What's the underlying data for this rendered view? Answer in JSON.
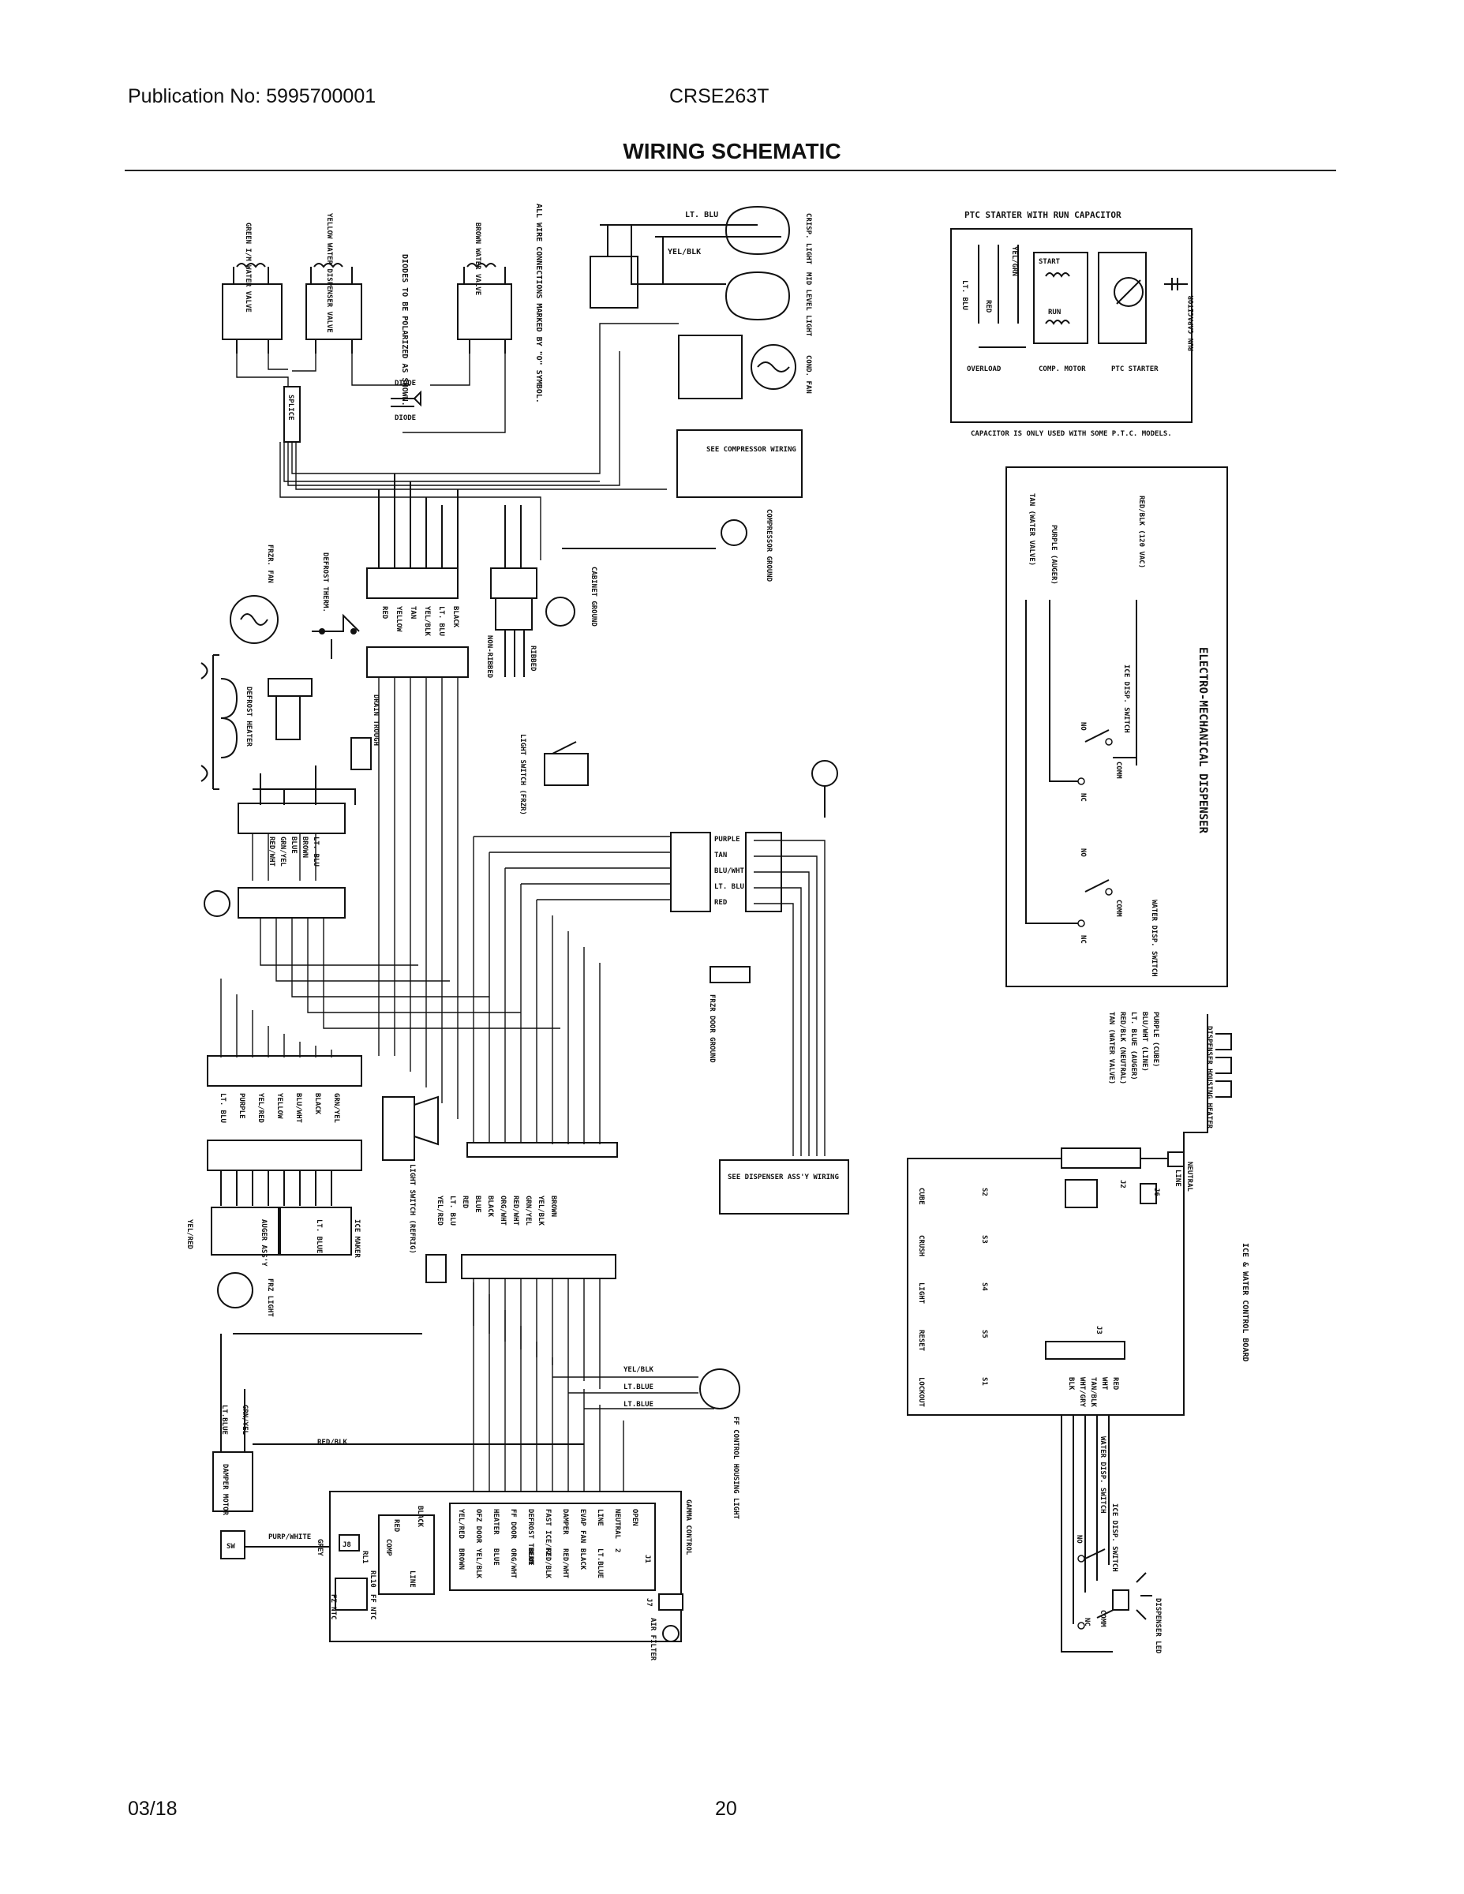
{
  "header": {
    "publication": "Publication No: 5995700001",
    "model": "CRSE263T",
    "title": "WIRING SCHEMATIC"
  },
  "footer": {
    "date": "03/18",
    "page": "20"
  },
  "valves": {
    "ice_valve": "GREEN I/M WATER VALVE",
    "dispenser_valve": "YELLOW WATER DISPENSER VALVE",
    "water_valve": "BROWN WATER VALVE",
    "diodes_note": "DIODES TO BE POLARIZED AS SHOWN.",
    "connections_note": "ALL WIRE CONNECTIONS MARKED BY \"O\" SYMBOL.",
    "diode": "DIODE",
    "splice": "SPLICE"
  },
  "top_center": {
    "lt_blu": "LT. BLU",
    "yel_blk": "YEL/BLK",
    "crisp_light": "CRISP. LIGHT",
    "mid_level_light": "MID LEVEL LIGHT",
    "cond_fan": "COND. FAN",
    "see_compressor": "SEE COMPRESSOR WIRING",
    "compressor_ground": "COMPRESSOR GROUND",
    "cabinet_ground": "CABINET GROUND",
    "ribbed": "RIBBED",
    "non_ribbed": "NON-RIBBED",
    "harness_colors": [
      "RED",
      "YELLOW",
      "TAN",
      "YEL/BLK",
      "LT. BLU",
      "BLACK"
    ]
  },
  "left_column": {
    "frzr_fan": "FRZR. FAN",
    "defrost_therm": "DEFROST THERM.",
    "defrost_heater": "DEFROST HEATER",
    "drain_trough": "DRAIN TROUGH",
    "light_switch_frzr": "LIGHT SWITCH (FRZR)",
    "heater_colors": [
      "LT. BLU",
      "BROWN",
      "BLUE",
      "GRN/YEL",
      "RED/WHT"
    ],
    "lower_colors": [
      "LT. BLU",
      "PURPLE",
      "YEL/RED",
      "YELLOW",
      "BLU/WHT",
      "BLACK",
      "GRN/YEL"
    ],
    "ice_maker": "ICE MAKER",
    "auger_assy": "AUGER ASS'Y",
    "lt_blue": "LT. BLUE",
    "yel_red": "YEL/RED",
    "frz_light": "FRZ LIGHT",
    "light_switch_refrig": "LIGHT SWITCH (REFRIG)"
  },
  "middle": {
    "dispenser_colors": [
      "PURPLE",
      "TAN",
      "BLU/WHT",
      "LT. BLU",
      "RED"
    ],
    "frzr_door_ground": "FRZR DOOR GROUND",
    "see_dispenser": "SEE DISPENSER ASS'Y WIRING",
    "harness_colors_lower": [
      "YEL/RED",
      "LT. BLU",
      "RED",
      "BLUE",
      "BLACK",
      "ORG/WHT",
      "RED/WHT",
      "GRN/YEL",
      "YEL/BLK",
      "BROWN"
    ],
    "ff_control_light": "FF CONTROL HOUSING LIGHT",
    "yel_blk": "YEL/BLK",
    "lt_blue_a": "LT.BLUE",
    "lt_blue_b": "LT.BLUE"
  },
  "gamma": {
    "title": "GAMMA CONTROL",
    "damper_motor": "DAMPER MOTOR",
    "sw": "SW",
    "purp_white": "PURP/WHITE",
    "red_blk": "RED/BLK",
    "grn_yel": "GRN/YEL",
    "lt_blue": "LT.BLUE",
    "j8": "J8",
    "grey": "GREY",
    "rl1": "RL1",
    "rl10": "RL10",
    "comp": "COMP",
    "red": "RED",
    "black": "BLACK",
    "line": "LINE",
    "ff_ntc": "FF NTC",
    "fz_ntc": "FZ NTC",
    "j7": "J7",
    "j1": "J1",
    "air_filter": "AIR FILTER",
    "terminals": [
      "YEL/RED",
      "BROWN",
      "OFZ DOOR",
      "YEL/BLK",
      "HEATER",
      "BLUE",
      "FF DOOR",
      "ORG/WHT",
      "DEFROST THERM",
      "BLUE",
      "FAST ICE/FZ",
      "RED/BLK",
      "DAMPER",
      "RED/WHT",
      "EVAP FAN",
      "BLACK",
      "LINE",
      "LT.BLUE",
      "NEUTRAL",
      "2",
      "OPEN"
    ]
  },
  "ptc": {
    "title": "PTC STARTER WITH RUN CAPACITOR",
    "overload": "OVERLOAD",
    "comp_motor": "COMP. MOTOR",
    "ptc_starter": "PTC STARTER",
    "start": "START",
    "run": "RUN",
    "run_capacitor": "RUN CAPACITOR",
    "lt_blu": "LT. BLU",
    "red": "RED",
    "yel_grn": "YEL/GRN",
    "note": "CAPACITOR IS ONLY USED WITH SOME P.T.C. MODELS."
  },
  "dispenser": {
    "title": "ELECTRO-MECHANICAL DISPENSER",
    "red_blk": "RED/BLK (120 VAC)",
    "purple": "PURPLE (AUGER)",
    "tan": "TAN (WATER VALVE)",
    "ice_switch": "ICE DISP. SWITCH",
    "water_switch": "WATER DISP. SWITCH",
    "no": "NO",
    "nc": "NC",
    "comm": "COMM"
  },
  "board": {
    "title": "ICE & WATER CONTROL BOARD",
    "dispenser_heater": "DISPENSER HOUSING HEATER",
    "wires": [
      "PURPLE (CUBE)",
      "BLU/WHT (LINE)",
      "LT. BLUE (AUGER)",
      "RED/BLK (NEUTRAL)",
      "TAN (WATER VALVE)"
    ],
    "neutral": "NEUTRAL",
    "line": "LINE",
    "j2": "J2",
    "j3": "J3",
    "j6": "J6",
    "switches": [
      "CUBE",
      "CRUSH",
      "LIGHT",
      "RESET",
      "LOCKOUT"
    ],
    "switch_ids": [
      "S2",
      "S3",
      "S4",
      "S5",
      "S1"
    ],
    "lower_wires": [
      "BLK",
      "WHT/GRY",
      "TAN/BLK",
      "WHT",
      "RED"
    ],
    "ice_switch": "ICE DISP. SWITCH",
    "water_switch": "WATER DISP. SWITCH",
    "led": "DISPENSER LED",
    "no": "NO",
    "nc": "NC",
    "comm": "COMM"
  }
}
